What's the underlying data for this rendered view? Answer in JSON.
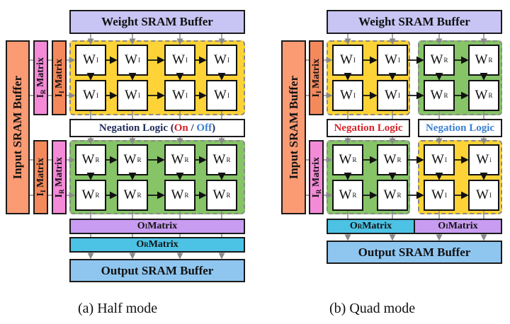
{
  "figure": {
    "panels": [
      {
        "id": "a",
        "caption": "(a) Half mode",
        "weight_buffer": "Weight SRAM Buffer",
        "input_buffer": "Input SRAM Buffer",
        "top_group": {
          "input_matrices": [
            {
              "base": "I",
              "sub": "R",
              "label": "Matrix"
            },
            {
              "base": "I",
              "sub": "I",
              "label": "Matrix"
            }
          ],
          "blocks": [
            {
              "color": "yellow",
              "cells": [
                [
                  "I",
                  "I",
                  "I",
                  "I"
                ],
                [
                  "I",
                  "I",
                  "I",
                  "I"
                ]
              ]
            }
          ]
        },
        "negation": [
          {
            "parts": [
              {
                "text": "Negation Logic (",
                "color": "navy"
              },
              {
                "text": "On",
                "color": "red"
              },
              {
                "text": " / ",
                "color": "navy"
              },
              {
                "text": "Off",
                "color": "blue"
              },
              {
                "text": ")",
                "color": "navy"
              }
            ]
          }
        ],
        "bottom_group": {
          "input_matrices": [
            {
              "base": "I",
              "sub": "I",
              "label": "Matrix"
            },
            {
              "base": "I",
              "sub": "R",
              "label": "Matrix"
            }
          ],
          "blocks": [
            {
              "color": "green",
              "cells": [
                [
                  "R",
                  "R",
                  "R",
                  "R"
                ],
                [
                  "R",
                  "R",
                  "R",
                  "R"
                ]
              ]
            }
          ]
        },
        "output_matrices": [
          {
            "base": "O",
            "sub": "I",
            "label": "Matrix",
            "color": "purple"
          },
          {
            "base": "O",
            "sub": "R",
            "label": "Matrix",
            "color": "cyan"
          }
        ],
        "output_buffer": "Output SRAM Buffer"
      },
      {
        "id": "b",
        "caption": "(b) Quad mode",
        "weight_buffer": "Weight SRAM Buffer",
        "input_buffer": "Input SRAM Buffer",
        "top_group": {
          "input_matrices": [
            {
              "base": "I",
              "sub": "I",
              "label": "Matrix"
            }
          ],
          "blocks": [
            {
              "color": "yellow",
              "cells": [
                [
                  "I",
                  "I"
                ],
                [
                  "I",
                  "I"
                ]
              ]
            },
            {
              "color": "green",
              "cells": [
                [
                  "R",
                  "R"
                ],
                [
                  "R",
                  "R"
                ]
              ]
            }
          ]
        },
        "negation": [
          {
            "parts": [
              {
                "text": "Negation Logic",
                "color": "red"
              }
            ]
          },
          {
            "parts": [
              {
                "text": "Negation Logic",
                "color": "blue"
              }
            ]
          }
        ],
        "bottom_group": {
          "input_matrices": [
            {
              "base": "I",
              "sub": "R",
              "label": "Matrix"
            }
          ],
          "blocks": [
            {
              "color": "green",
              "cells": [
                [
                  "R",
                  "R"
                ],
                [
                  "R",
                  "R"
                ]
              ]
            },
            {
              "color": "yellow",
              "cells": [
                [
                  "I",
                  "i"
                ],
                [
                  "I",
                  "I"
                ]
              ]
            }
          ]
        },
        "output_matrices": [
          {
            "base": "O",
            "sub": "R",
            "label": "Matrix",
            "color": "cyan"
          },
          {
            "base": "O",
            "sub": "I",
            "label": "Matrix",
            "color": "purple"
          }
        ],
        "output_buffer": "Output SRAM Buffer"
      }
    ],
    "cell_base": "W",
    "colors": {
      "weight_buffer": "#c8c4f4",
      "input_buffer": "#fb9b74",
      "matrix_real_input": "#f48ad8",
      "matrix_imag_input": "#f4895c",
      "imag_block": "#fdd337",
      "real_block": "#86c467",
      "o_imag": "#c89cf0",
      "o_real": "#4cc2e4",
      "output_buffer": "#8fc6f0",
      "negation_on": "#d8232a",
      "negation_off": "#3a7fd2"
    }
  }
}
